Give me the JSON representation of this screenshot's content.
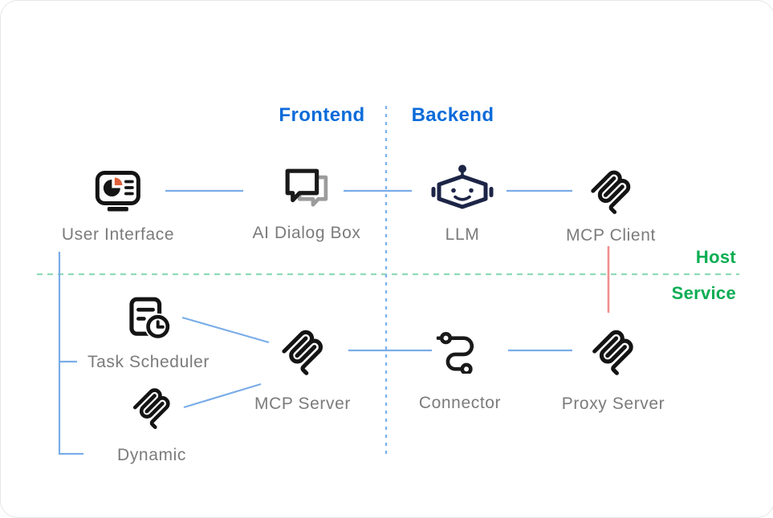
{
  "diagram": {
    "zones": {
      "frontend": "Frontend",
      "backend": "Backend",
      "host": "Host",
      "service": "Service"
    },
    "nodes": [
      {
        "id": "user-interface",
        "label": "User Interface",
        "icon": "monitor-chart-icon",
        "zone": "frontend / host"
      },
      {
        "id": "ai-dialog-box",
        "label": "AI Dialog Box",
        "icon": "chat-bubbles-icon",
        "zone": "frontend / host"
      },
      {
        "id": "llm",
        "label": "LLM",
        "icon": "robot-icon",
        "zone": "backend / host"
      },
      {
        "id": "mcp-client",
        "label": "MCP Client",
        "icon": "mcp-logo-icon",
        "zone": "backend / host"
      },
      {
        "id": "task-scheduler",
        "label": "Task Scheduler",
        "icon": "document-clock-icon",
        "zone": "frontend / service"
      },
      {
        "id": "dynamic",
        "label": "Dynamic",
        "icon": "mcp-logo-icon",
        "zone": "frontend / service"
      },
      {
        "id": "mcp-server",
        "label": "MCP Server",
        "icon": "mcp-logo-icon",
        "zone": "frontend / service"
      },
      {
        "id": "connector",
        "label": "Connector",
        "icon": "route-icon",
        "zone": "backend / service"
      },
      {
        "id": "proxy-server",
        "label": "Proxy Server",
        "icon": "mcp-logo-icon",
        "zone": "backend / service"
      }
    ],
    "edges": [
      {
        "from": "user-interface",
        "to": "ai-dialog-box",
        "style": "solid-blue"
      },
      {
        "from": "ai-dialog-box",
        "to": "llm",
        "style": "solid-blue"
      },
      {
        "from": "llm",
        "to": "mcp-client",
        "style": "solid-blue"
      },
      {
        "from": "mcp-client",
        "to": "proxy-server",
        "style": "solid-red"
      },
      {
        "from": "user-interface",
        "to": "task-scheduler",
        "style": "solid-blue-bracket"
      },
      {
        "from": "user-interface",
        "to": "dynamic",
        "style": "solid-blue-bracket"
      },
      {
        "from": "task-scheduler",
        "to": "mcp-server",
        "style": "solid-blue"
      },
      {
        "from": "dynamic",
        "to": "mcp-server",
        "style": "solid-blue"
      },
      {
        "from": "mcp-server",
        "to": "connector",
        "style": "solid-blue"
      },
      {
        "from": "connector",
        "to": "proxy-server",
        "style": "solid-blue"
      }
    ],
    "dividers": [
      {
        "id": "frontend-backend-divider",
        "orientation": "vertical",
        "style": "dashed-blue"
      },
      {
        "id": "host-service-divider",
        "orientation": "horizontal",
        "style": "dashed-green"
      }
    ]
  },
  "colors": {
    "zone_title_blue": "#0b6bd9",
    "zone_label_green": "#0aad52",
    "wire_blue": "#7aade8",
    "divider_dashed_blue": "#82b1ec",
    "divider_dashed_green": "#90dab8",
    "wire_red": "#f0908e",
    "node_label_gray": "#7b7b7b",
    "icon_black": "#141414",
    "robot_navy": "#1d2547",
    "pie_orange": "#e0603a",
    "bubble_gray": "#9c9c9c"
  }
}
